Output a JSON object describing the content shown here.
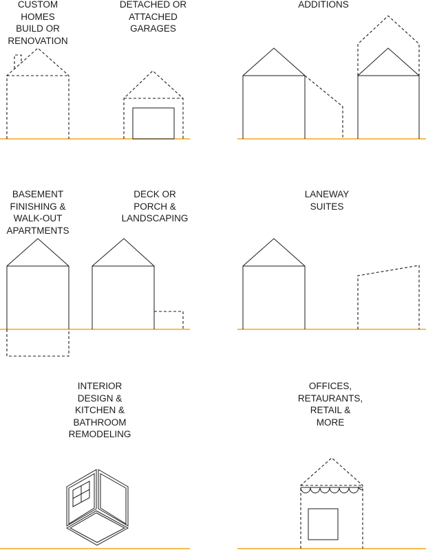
{
  "panels": [
    {
      "id": "custom-homes",
      "lines": [
        "CUSTOM",
        "HOMES",
        "BUILD OR",
        "RENOVATION"
      ]
    },
    {
      "id": "garages",
      "lines": [
        "DETACHED OR",
        "ATTACHED",
        "GARAGES"
      ]
    },
    {
      "id": "additions",
      "lines": [
        "ADDITIONS"
      ]
    },
    {
      "id": "basement",
      "lines": [
        "BASEMENT",
        "FINISHING &",
        "WALK-OUT",
        "APARTMENTS"
      ]
    },
    {
      "id": "deck",
      "lines": [
        "DECK OR",
        "PORCH &",
        "LANDSCAPING"
      ]
    },
    {
      "id": "laneway",
      "lines": [
        "LANEWAY",
        "SUITES"
      ]
    },
    {
      "id": "interior",
      "lines": [
        "INTERIOR",
        "DESIGN &",
        "KITCHEN &",
        "BATHROOM",
        "REMODELING"
      ]
    },
    {
      "id": "offices",
      "lines": [
        "OFFICES,",
        "RETAURANTS,",
        "RETAIL &",
        "MORE"
      ]
    }
  ],
  "colors": {
    "ground_line": "#f2a51a",
    "line": "#1a1a1a"
  }
}
